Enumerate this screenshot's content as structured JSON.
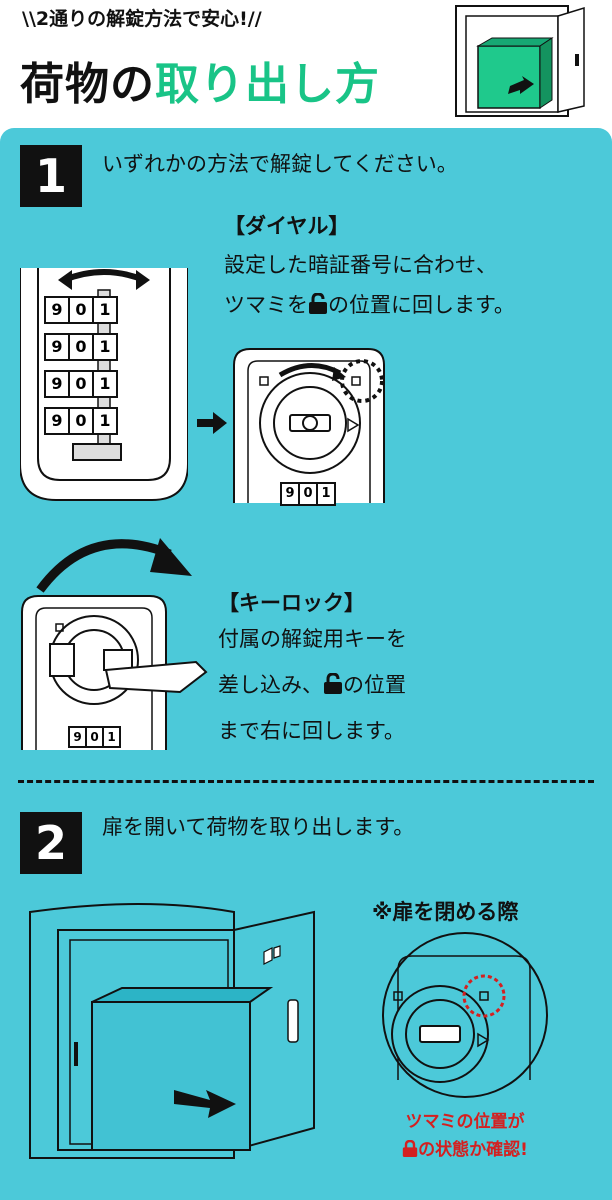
{
  "header": {
    "subtitle": "2通りの解錠方法で安心!",
    "title_prefix": "荷物の",
    "title_highlight": "取り出し方"
  },
  "step1": {
    "number": "1",
    "instruction": "いずれかの方法で解錠してください。",
    "dial": {
      "heading": "【ダイヤル】",
      "line1": "設定した暗証番号に合わせ、",
      "line2_before": "ツマミを",
      "line2_after": "の位置に回します。",
      "digits": [
        "9",
        "0",
        "1"
      ]
    },
    "key": {
      "heading": "【キーロック】",
      "line1": "付属の解錠用キーを",
      "line2": "差し込み、",
      "line2_after": "の位置",
      "line3": "まで右に回します。"
    }
  },
  "step2": {
    "number": "2",
    "instruction": "扉を開いて荷物を取り出します。",
    "close_note": "※扉を閉める際",
    "warning_line1": "ツマミの位置が",
    "warning_line2_after": "の状態か確認!"
  },
  "colors": {
    "panel": "#4cc9d9",
    "accent_green": "#19c487",
    "warning_red": "#d42020"
  }
}
